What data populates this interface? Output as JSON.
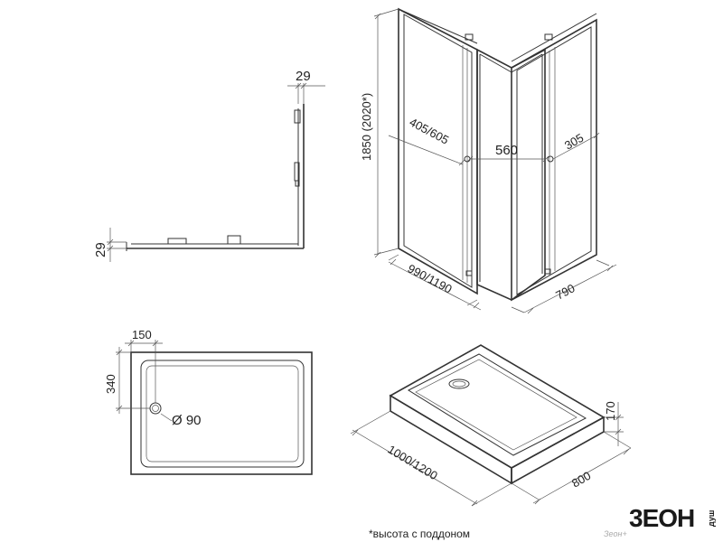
{
  "profile_view": {
    "top_dim": "29",
    "left_dim": "29"
  },
  "cabin_view": {
    "height_dim": "1850 (2020*)",
    "left_door_dim": "405/605",
    "center_dim": "560",
    "right_door_dim": "305",
    "width_dim": "990/1190",
    "depth_dim": "790"
  },
  "tray_top_view": {
    "offset_x_dim": "150",
    "offset_y_dim": "340",
    "drain_dim": "Ø 90"
  },
  "tray_iso_view": {
    "height_dim": "170",
    "length_dim": "1000/1200",
    "width_dim": "800"
  },
  "footnote": "*высота с поддоном",
  "brand": {
    "logo_text": "3EOH",
    "logo_suffix": "душ",
    "small_text": "Зеон+"
  }
}
